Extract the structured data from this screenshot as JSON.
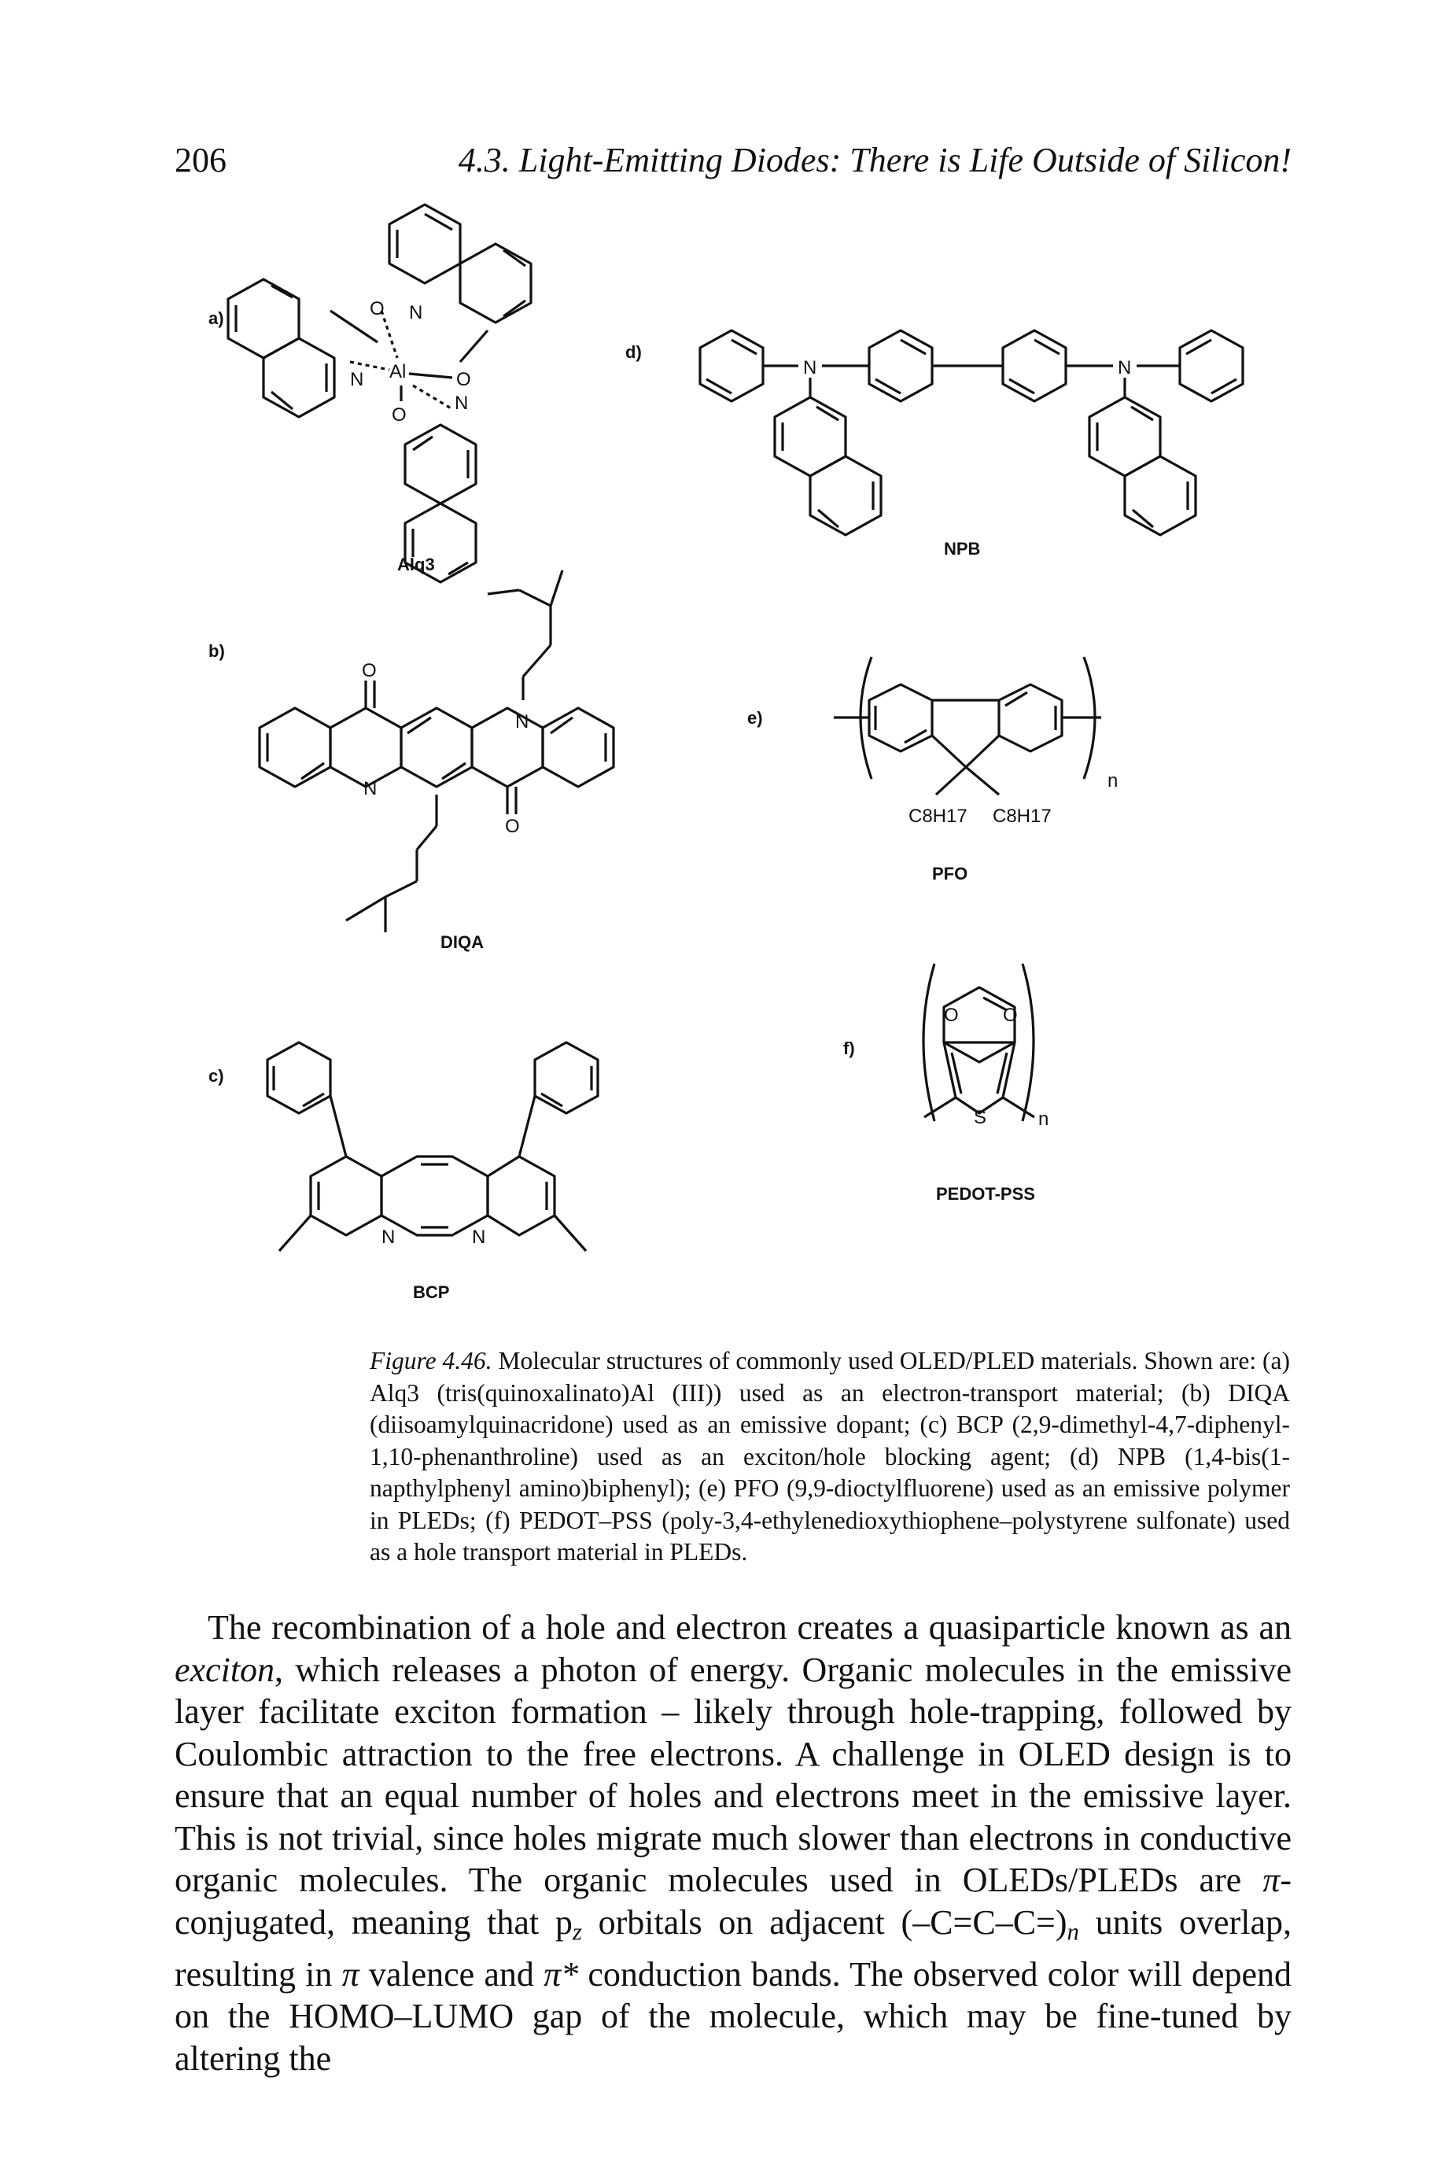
{
  "header": {
    "page_number": "206",
    "running_head": "4.3. Light-Emitting Diodes: There is Life Outside of Silicon!"
  },
  "figure": {
    "panels": {
      "a": {
        "letter": "a)",
        "compound": "Alq3"
      },
      "b": {
        "letter": "b)",
        "compound": "DIQA"
      },
      "c": {
        "letter": "c)",
        "compound": "BCP"
      },
      "d": {
        "letter": "d)",
        "compound": "NPB"
      },
      "e": {
        "letter": "e)",
        "compound": "PFO"
      },
      "f": {
        "letter": "f)",
        "compound": "PEDOT-PSS"
      }
    },
    "atoms": {
      "N": "N",
      "O": "O",
      "Al": "Al",
      "S": "S",
      "n": "n",
      "alkyl": "C8H17"
    },
    "caption": {
      "label": "Figure 4.46.",
      "text": "Molecular structures of commonly used OLED/PLED materials. Shown are: (a) Alq3 (tris(quinoxalinato)Al (III)) used as an electron-transport material; (b) DIQA (diisoamylquinacridone) used as an emissive dopant; (c) BCP (2,9-dimethyl-4,7-diphenyl-1,10-phenanthroline) used as an exciton/hole blocking agent; (d) NPB (1,4-bis(1-napthylphenyl amino)biphenyl); (e) PFO (9,9-dioctylfluorene) used as an emissive polymer in PLEDs; (f) PEDOT–PSS (poly-3,4-ethylenedioxythiophene–polystyrene sulfonate) used as a hole transport material in PLEDs."
    }
  },
  "body": {
    "s1": "The recombination of a hole and electron creates a quasiparticle known as an ",
    "exciton": "exciton",
    "s2": ", which releases a photon of energy. Organic molecules in the emissive layer facilitate exciton formation – likely through hole-trapping, followed by Coulombic attraction to the free electrons. A challenge in OLED design is to ensure that an equal number of holes and electrons meet in the emissive layer. This is not trivial, since holes migrate much slower than electrons in conductive organic molecules. The organic molecules used in OLEDs/PLEDs are ",
    "pi1": "π",
    "s3": "-conjugated, meaning that p",
    "pz_sub": "z",
    "s4": " orbitals on adjacent (–C=C–C=)",
    "n_sub": "n",
    "s5": " units overlap, resulting in ",
    "pi2": "π",
    "s6": " valence and ",
    "pi3": "π*",
    "s7": " conduction bands. The observed color will depend on the HOMO–LUMO gap of the molecule, which may be fine-tuned by altering the"
  }
}
